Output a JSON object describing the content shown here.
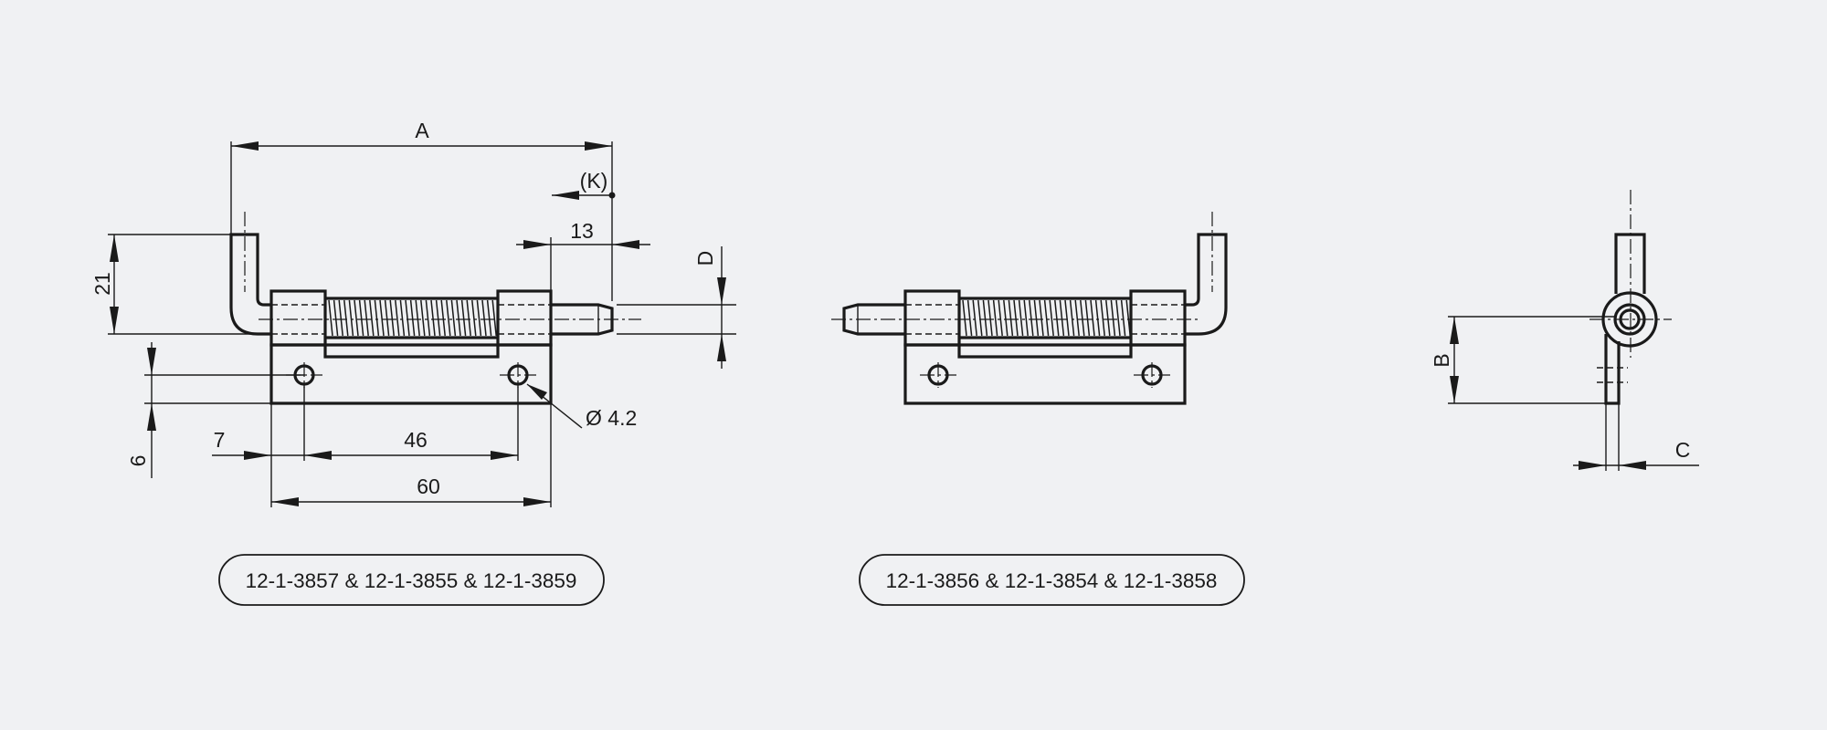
{
  "dimensions": {
    "a": "A",
    "k": "(K)",
    "thirteen": "13",
    "d": "D",
    "twentyone": "21",
    "six": "6",
    "seven": "7",
    "fortysix": "46",
    "sixty": "60",
    "hole_dia": "Ø 4.2",
    "b": "B",
    "c": "C"
  },
  "part_numbers": {
    "left": "12-1-3857 & 12-1-3855 & 12-1-3859",
    "right": "12-1-3856 & 12-1-3854 & 12-1-3858"
  }
}
